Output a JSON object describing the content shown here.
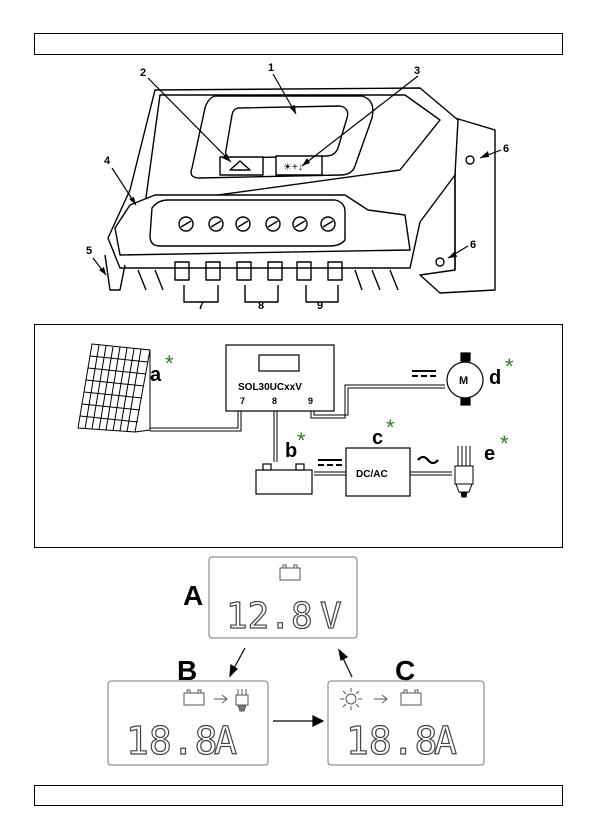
{
  "top_diagram": {
    "callouts": [
      "1",
      "2",
      "3",
      "4",
      "5",
      "6",
      "6",
      "7",
      "8",
      "9"
    ]
  },
  "wiring_diagram": {
    "controller_model": "SOL30UCxxV",
    "terminals": [
      "7",
      "8",
      "9"
    ],
    "components": {
      "solar_panel": {
        "label": "a",
        "mark": "*"
      },
      "battery": {
        "label": "b",
        "mark": "*"
      },
      "inverter": {
        "label": "c",
        "mark": "*",
        "text": "DC/AC"
      },
      "motor": {
        "label": "d",
        "mark": "*",
        "text": "M"
      },
      "lamp": {
        "label": "e",
        "mark": "*"
      }
    },
    "accent_color": "#2e7d1f"
  },
  "displays": {
    "A": {
      "letter": "A",
      "reading": "12.8",
      "unit": "V"
    },
    "B": {
      "letter": "B",
      "reading": "18.8",
      "unit": "A"
    },
    "C": {
      "letter": "C",
      "reading": "18.8",
      "unit": "A"
    }
  }
}
